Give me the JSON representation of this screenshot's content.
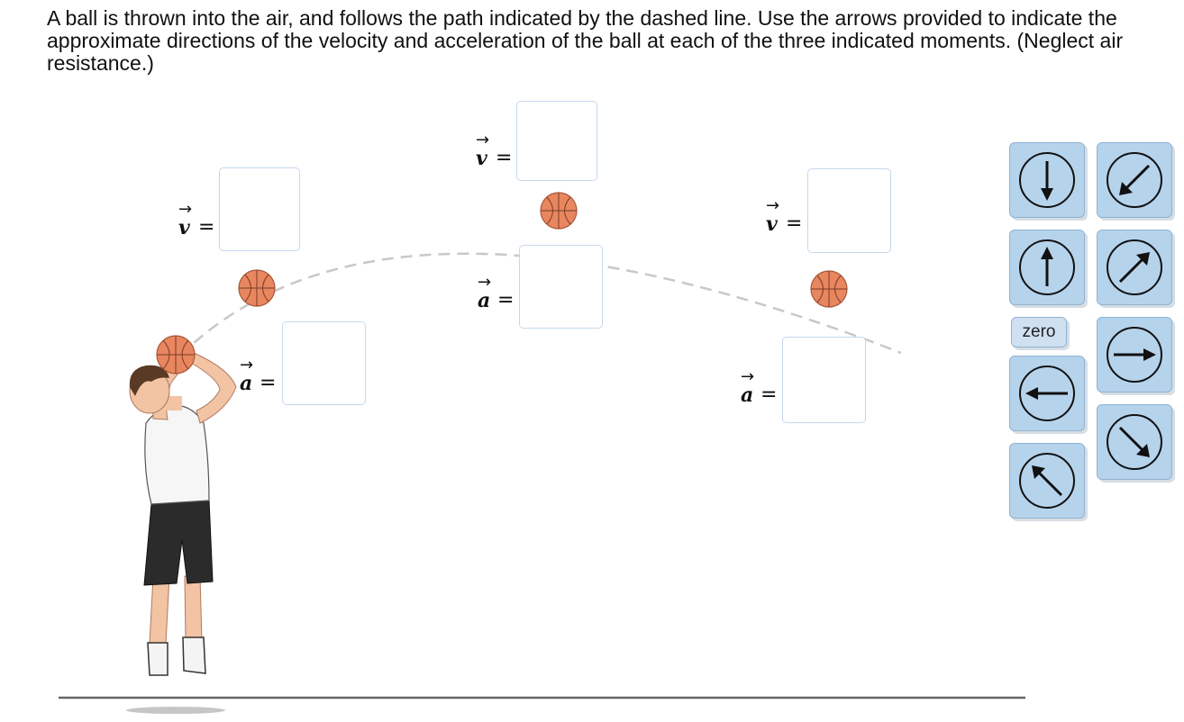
{
  "question": {
    "text": "A ball is thrown into the air, and follows the path indicated by the dashed line. Use the arrows provided to indicate the approximate directions of the velocity and acceleration of the ball at each of the three indicated moments. (Neglect air resistance.)"
  },
  "labels": {
    "velocity_symbol": "v",
    "acceleration_symbol": "a",
    "vector_arrow": "→",
    "equals": "="
  },
  "moments": [
    {
      "velocity_value": "",
      "acceleration_value": ""
    },
    {
      "velocity_value": "",
      "acceleration_value": ""
    },
    {
      "velocity_value": "",
      "acceleration_value": ""
    }
  ],
  "palette": {
    "zero_label": "zero",
    "arrow_icons": [
      "arrow-down-icon",
      "arrow-down-left-icon",
      "arrow-up-icon",
      "arrow-up-right-icon",
      "arrow-right-icon",
      "arrow-left-icon",
      "arrow-down-right-icon",
      "arrow-up-left-icon"
    ]
  },
  "colors": {
    "tile_fill": "#b6d3ec",
    "tile_border": "#8fb3d4",
    "box_border": "#c5d8ec",
    "ball": "#e8865f",
    "trajectory": "#c8c8c8"
  }
}
